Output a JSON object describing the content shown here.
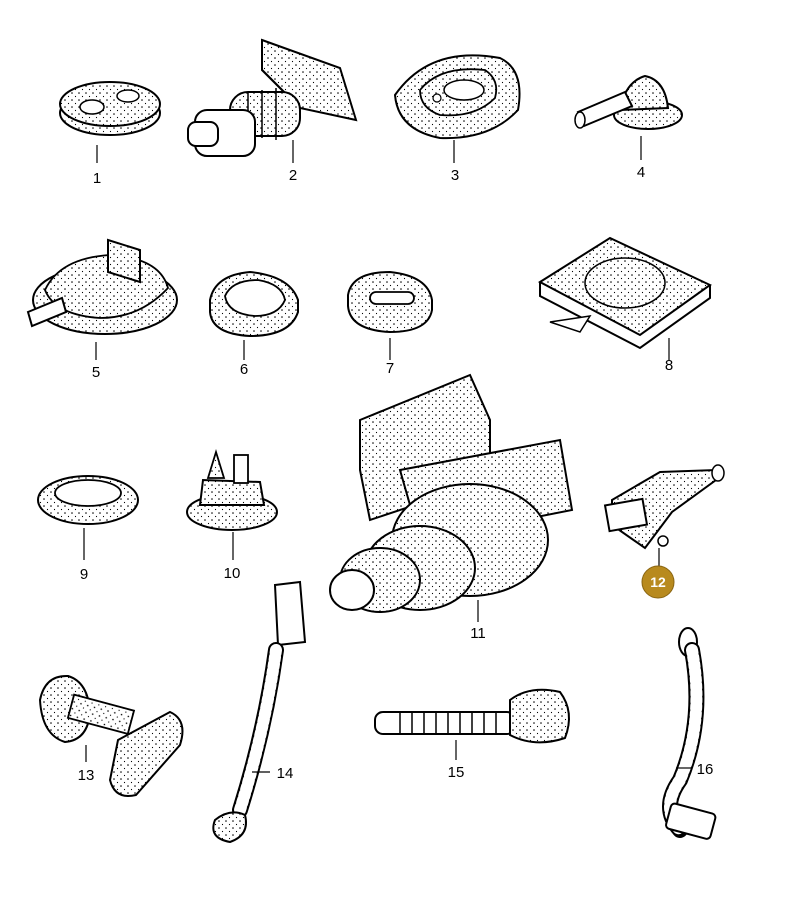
{
  "parts": [
    {
      "number": "1"
    },
    {
      "number": "2"
    },
    {
      "number": "3"
    },
    {
      "number": "4"
    },
    {
      "number": "5"
    },
    {
      "number": "6"
    },
    {
      "number": "7"
    },
    {
      "number": "8"
    },
    {
      "number": "9"
    },
    {
      "number": "10"
    },
    {
      "number": "11"
    },
    {
      "number": "12",
      "highlighted": true
    },
    {
      "number": "13"
    },
    {
      "number": "14"
    },
    {
      "number": "15"
    },
    {
      "number": "16"
    }
  ],
  "colors": {
    "highlight": "#b88a1e",
    "line": "#000000",
    "background": "#ffffff",
    "part_fill": "#fbe8d3"
  }
}
